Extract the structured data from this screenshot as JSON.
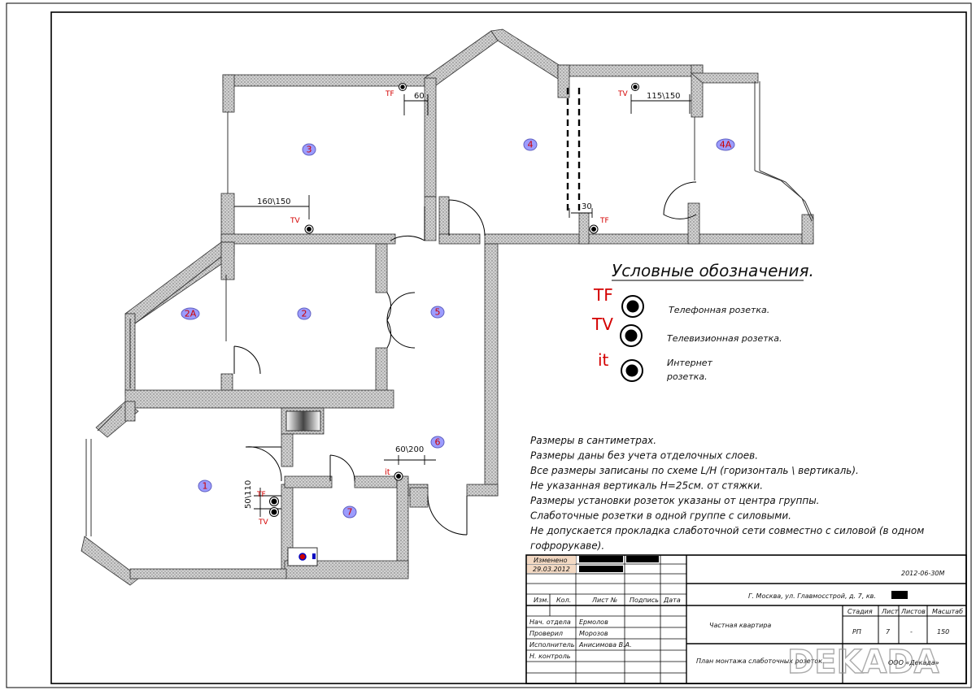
{
  "rooms": [
    "1",
    "2",
    "2А",
    "3",
    "4",
    "4А",
    "5",
    "6",
    "7"
  ],
  "dimensions": {
    "d_60": "60",
    "d_115_150": "115\\150",
    "d_160_150": "160\\150",
    "d_30": "30",
    "d_60_200": "60\\200",
    "d_50_110": "50\\110"
  },
  "socket_marks": {
    "tf": "TF",
    "tv": "TV",
    "it": "it"
  },
  "legend": {
    "title": "Условные обозначения.",
    "items": [
      {
        "code": "TF",
        "label": "Телефонная розетка.",
        "label2": ""
      },
      {
        "code": "TV",
        "label": "Телевизионная розетка.",
        "label2": ""
      },
      {
        "code": "it",
        "label": "Интернет",
        "label2": "розетка."
      }
    ]
  },
  "notes": [
    "Размеры в сантиметрах.",
    "Размеры даны без учета отделочных слоев.",
    "Все размеры записаны по схеме L/H (горизонталь \\ вертикаль).",
    "Не указанная вертикаль H=25см. от стяжки.",
    "Размеры установки розеток указаны от центра группы.",
    "Слаботочные розетки в одной группе с силовыми.",
    "Не допускается прокладка слаботочной сети совместно с силовой (в одном",
    "гофрорукаве)."
  ],
  "stamp": {
    "changed_label": "Изменено",
    "changed_date": "29.03.2012",
    "code": "2012-06-30М",
    "address": "Г. Москва, ул. Главмосстрой, д. 7, кв.",
    "header_cols": [
      "Изм.",
      "Кол.",
      "Лист №",
      "Подпись",
      "Дата"
    ],
    "staff": [
      {
        "role": "Нач. отдела",
        "name": "Ермолов"
      },
      {
        "role": "Проверил",
        "name": "Морозов"
      },
      {
        "role": "Исполнитель",
        "name": "Анисимова В.А."
      },
      {
        "role": "Н. контроль",
        "name": ""
      }
    ],
    "project": "Частная квартира",
    "sheet_title": "План монтажа слаботочных розеток.",
    "col_heads": [
      "Стадия",
      "Лист",
      "Листов",
      "Масштаб"
    ],
    "col_vals": [
      "РП",
      "7",
      "-",
      "150"
    ],
    "company": "ООО «Декада»"
  },
  "watermark": "DEKADA"
}
